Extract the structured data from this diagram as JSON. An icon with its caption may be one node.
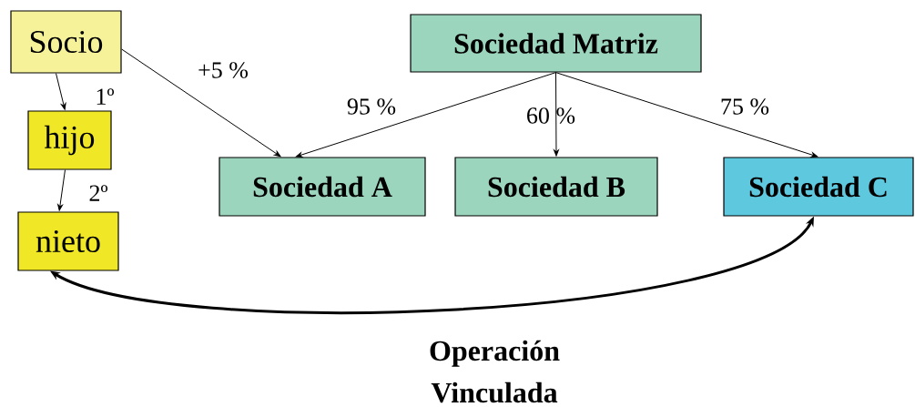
{
  "diagram": {
    "nodes": [
      {
        "text": [
          "Socio"
        ]
      },
      {
        "text": [
          "hijo"
        ]
      },
      {
        "text": [
          "nieto"
        ]
      },
      {
        "text": [
          "Sociedad Matriz"
        ]
      },
      {
        "text": [
          "Sociedad A"
        ]
      },
      {
        "text": [
          "Sociedad B"
        ]
      },
      {
        "text": [
          "Sociedad C"
        ]
      }
    ],
    "edges": [
      {
        "from": 0,
        "to": 1,
        "arrow": "to",
        "label": "1º"
      },
      {
        "from": 1,
        "to": 2,
        "arrow": "to",
        "label": "2º"
      },
      {
        "from": 0,
        "to": 4,
        "arrow": "to",
        "label": "+5 %"
      },
      {
        "from": 3,
        "to": 4,
        "arrow": "to",
        "label": "95 %"
      },
      {
        "from": 3,
        "to": 5,
        "arrow": "to",
        "label": "60 %"
      },
      {
        "from": 3,
        "to": 6,
        "arrow": "to",
        "label": "75 %"
      },
      {
        "from": 2,
        "to": 6,
        "arrow": "both",
        "style": "thick",
        "label": "Operación Vinculada"
      }
    ]
  }
}
